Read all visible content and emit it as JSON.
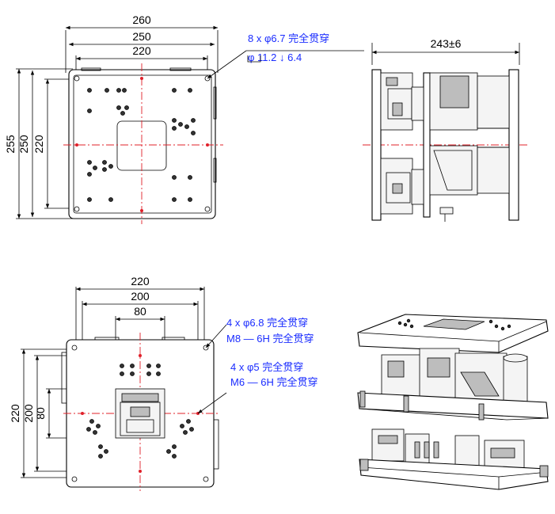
{
  "top_view": {
    "dims": {
      "w_outer": "260",
      "w_mid": "250",
      "w_inner": "220",
      "h_outer": "255",
      "h_mid": "250",
      "h_inner": "220"
    },
    "note_line1": "8 x φ6.7 完全贯穿",
    "note_line2": "φ 11.2 ↓ 6.4"
  },
  "side_view": {
    "dims": {
      "width": "243±6"
    }
  },
  "bottom_view": {
    "dims": {
      "w_outer": "220",
      "w_mid": "200",
      "w_inner": "80",
      "h_outer": "220",
      "h_mid": "200",
      "h_inner": "80"
    },
    "note_a_line1": "4 x φ6.8 完全贯穿",
    "note_a_line2": "M8 — 6H 完全贯穿",
    "note_b_line1": "4 x φ5 完全贯穿",
    "note_b_line2": "M6 — 6H 完全贯穿"
  },
  "colors": {
    "line": "#000000",
    "centerline": "#e0202a",
    "note_text": "#1a2cff"
  }
}
